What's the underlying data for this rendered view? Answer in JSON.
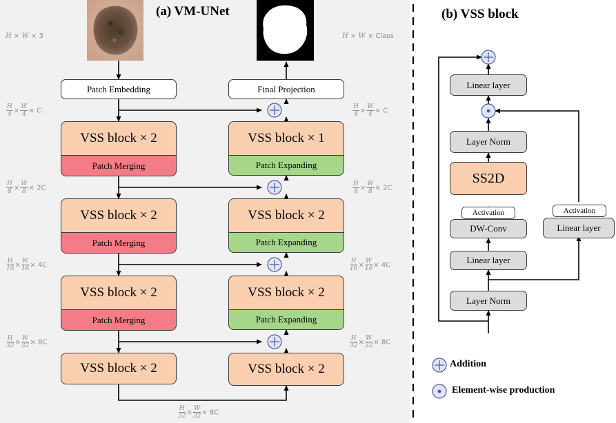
{
  "titles": {
    "a": "(a) VM-UNet",
    "b": "(b) VSS block"
  },
  "dims": {
    "in_shape": [
      "H",
      "W",
      "3"
    ],
    "out_shape": [
      "H",
      "W",
      "Class"
    ],
    "level1": {
      "h": "H",
      "hd": "4",
      "w": "W",
      "wd": "4",
      "c": "C"
    },
    "level2": {
      "h": "H",
      "hd": "8",
      "w": "W",
      "wd": "8",
      "c": "2C"
    },
    "level3": {
      "h": "H",
      "hd": "16",
      "w": "W",
      "wd": "16",
      "c": "4C"
    },
    "level4": {
      "h": "H",
      "hd": "32",
      "w": "W",
      "wd": "32",
      "c": "8C"
    }
  },
  "encoder": {
    "patch_embedding": "Patch Embedding",
    "blocks": [
      "VSS block × 2",
      "VSS block × 2",
      "VSS block × 2",
      "VSS block × 2"
    ],
    "merging": [
      "Patch Merging",
      "Patch Merging",
      "Patch Merging"
    ]
  },
  "decoder": {
    "final_projection": "Final Projection",
    "blocks": [
      "VSS block × 1",
      "VSS block × 2",
      "VSS block × 2",
      "VSS block × 2"
    ],
    "expanding": [
      "Patch Expanding",
      "Patch Expanding",
      "Patch Expanding"
    ]
  },
  "vss_block": {
    "linear_top": "Linear layer",
    "layer_norm_upper": "Layer Norm",
    "ss2d": "SS2D",
    "activation_left": "Activation",
    "dwconv": "DW-Conv",
    "linear_left": "Linear layer",
    "layer_norm_lower": "Layer Norm",
    "activation_right": "Activation",
    "linear_right": "Linear layer"
  },
  "legend": {
    "addition": "Addition",
    "elementwise": "Element-wise production"
  },
  "colors": {
    "vss": "#f9cfb0",
    "patch_merging": "#f47c86",
    "patch_expanding": "#a6d68a",
    "gray_box": "#dcdcdc",
    "operator_fill": "#dfe4f7",
    "operator_stroke": "#4a5a9c",
    "panel_bg": "#f1f1f1"
  }
}
